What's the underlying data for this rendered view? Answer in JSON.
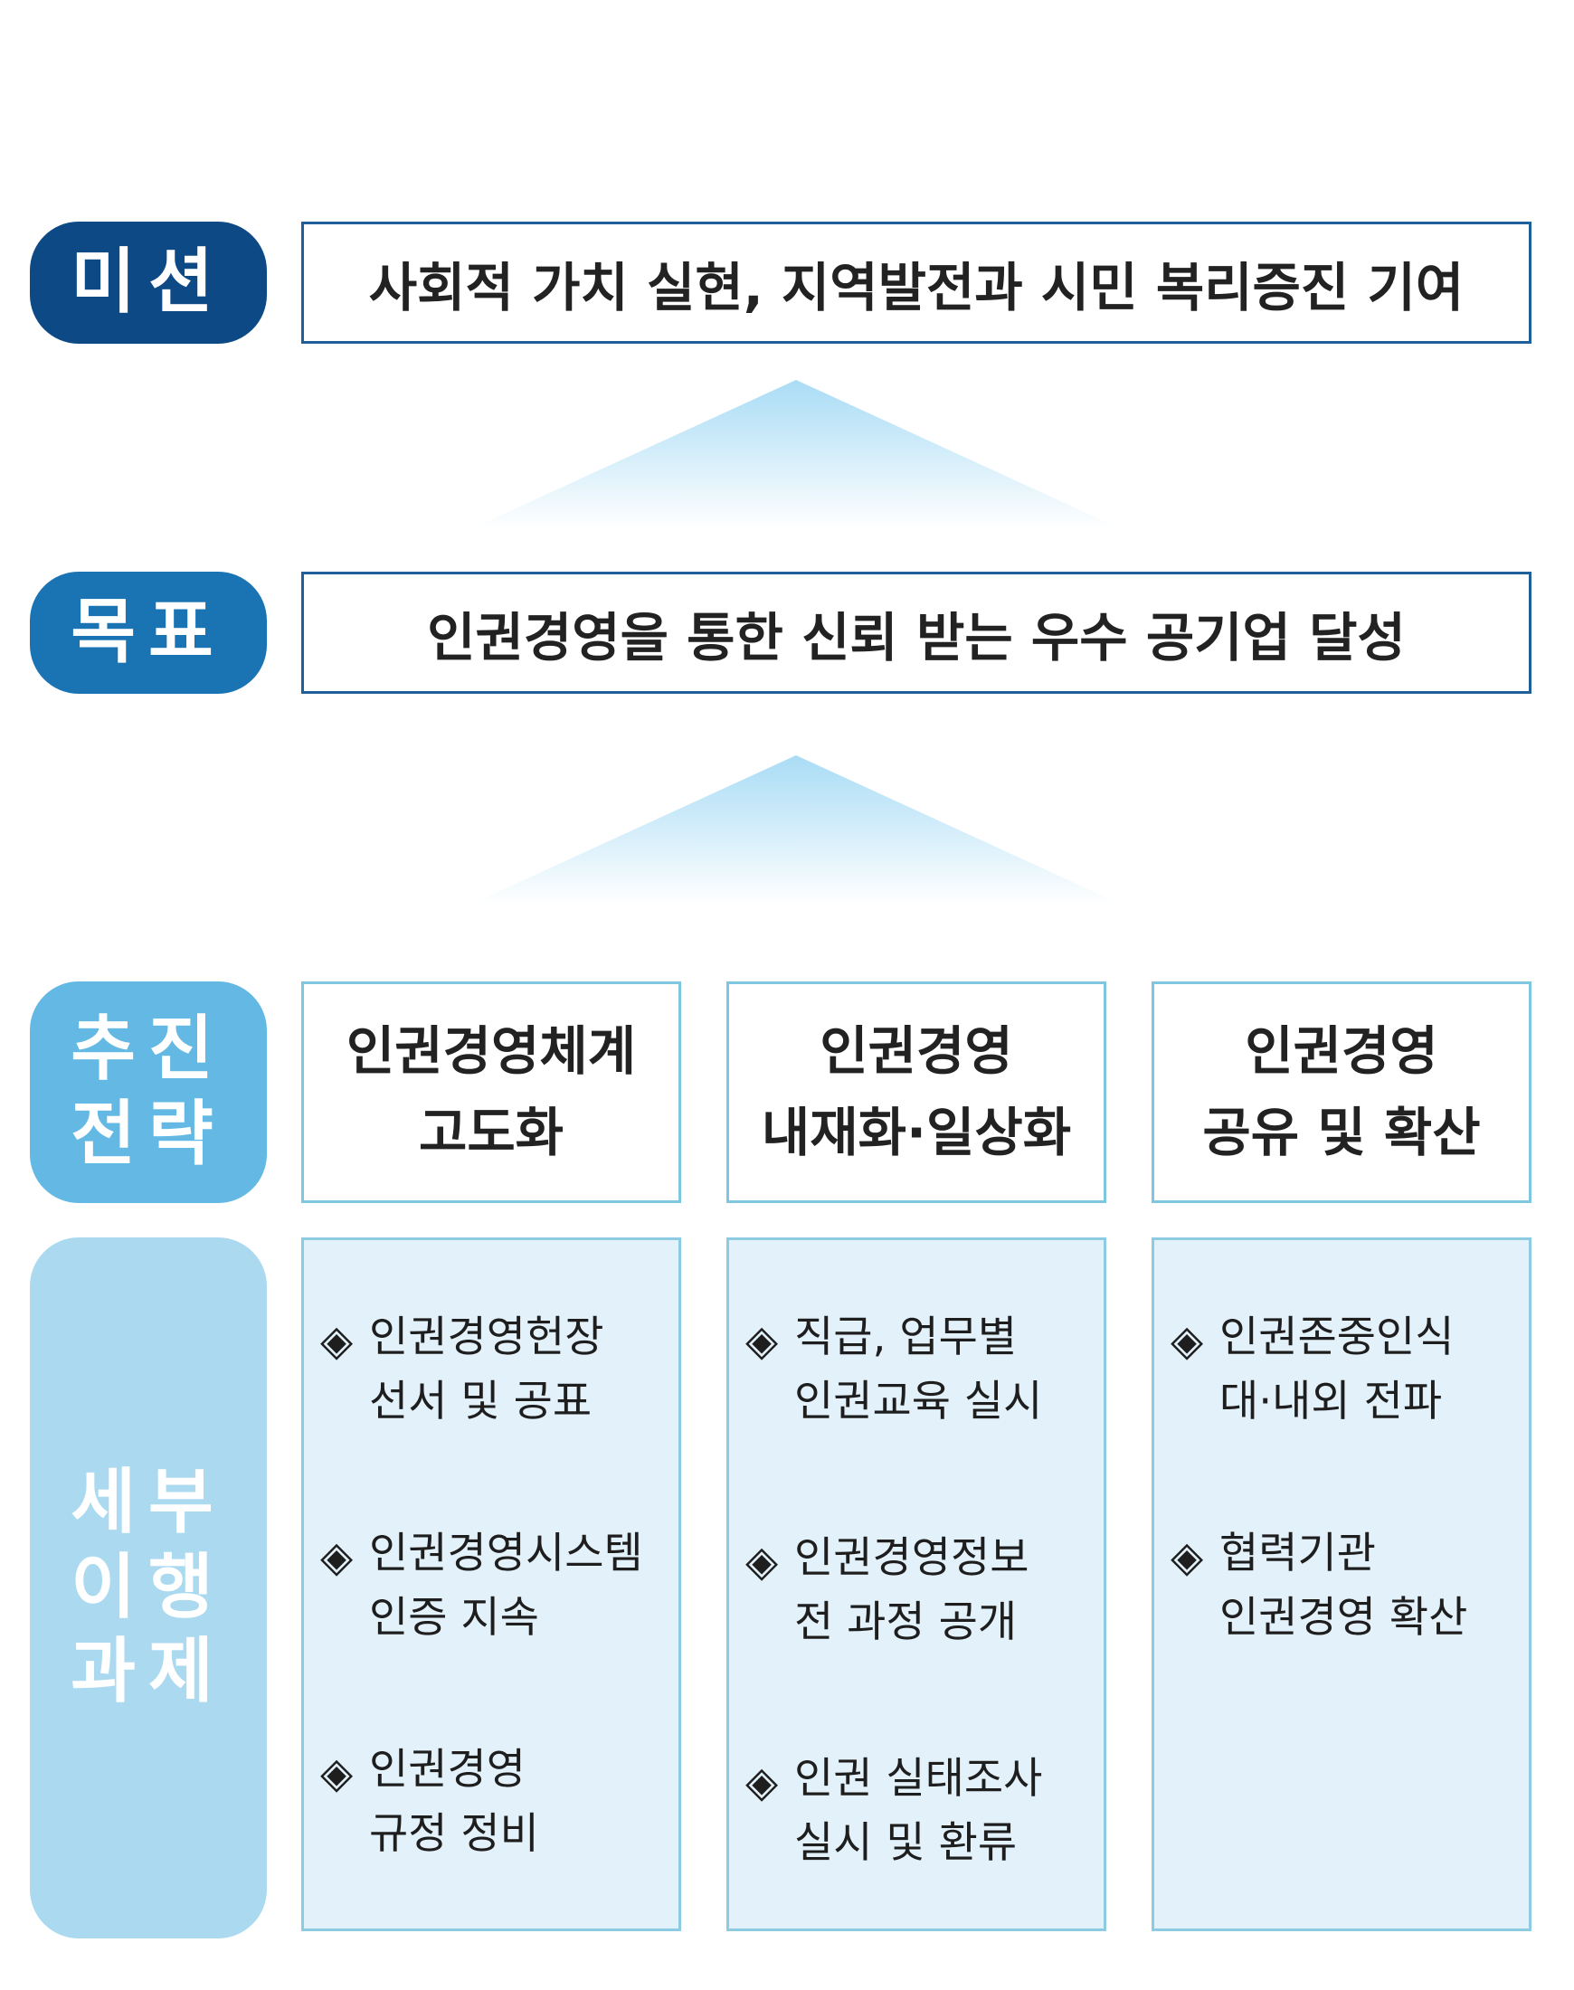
{
  "mission": {
    "label": "미션",
    "text": "사회적 가치 실현, 지역발전과 시민 복리증진 기여"
  },
  "goal": {
    "label": "목표",
    "text": "인권경영을 통한 신뢰 받는 우수 공기업 달성"
  },
  "strategy": {
    "label": [
      "추진",
      "전략"
    ],
    "items": [
      {
        "lines": [
          "인권경영체계",
          "고도화"
        ]
      },
      {
        "lines": [
          "인권경영",
          "내재화·일상화"
        ]
      },
      {
        "lines": [
          "인권경영",
          "공유 및 확산"
        ]
      }
    ]
  },
  "tasks": {
    "label": [
      "세부",
      "이행",
      "과제"
    ],
    "bullet": "◈",
    "columns": [
      {
        "items": [
          {
            "lines": [
              "인권경영헌장",
              "선서 및 공표"
            ]
          },
          {
            "lines": [
              "인권경영시스템",
              "인증 지속"
            ]
          },
          {
            "lines": [
              "인권경영",
              "규정 정비"
            ]
          }
        ]
      },
      {
        "items": [
          {
            "lines": [
              "직급, 업무별",
              "인권교육 실시"
            ]
          },
          {
            "lines": [
              "인권경영정보",
              "전 과정 공개"
            ]
          },
          {
            "lines": [
              "인권 실태조사",
              "실시 및 환류"
            ]
          }
        ]
      },
      {
        "items": [
          {
            "lines": [
              "인권존중인식",
              "대·내외 전파"
            ]
          },
          {
            "lines": [
              "협력기관",
              "인권경영 확산"
            ]
          }
        ]
      }
    ]
  },
  "colors": {
    "mission_label": "#0d4a85",
    "goal_label": "#1a74b4",
    "strategy_label": "#63b9e3",
    "tasks_label": "#abdaf0",
    "task_box_bg": "#e3f1fa",
    "arrow_top": "#a9dcf5"
  }
}
